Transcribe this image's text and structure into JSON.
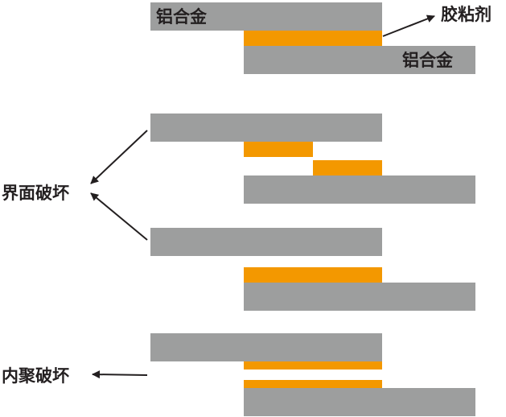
{
  "labels": {
    "aluminum_top": "铝合金",
    "adhesive": "胶粘剂",
    "aluminum_bottom": "铝合金",
    "interface_failure": "界面破坏",
    "cohesive_failure": "内聚破坏"
  },
  "colors": {
    "aluminum": "#9d9e9e",
    "adhesive": "#f39800",
    "text": "#231f20",
    "arrow": "#231f20",
    "background": "#ffffff"
  }
}
